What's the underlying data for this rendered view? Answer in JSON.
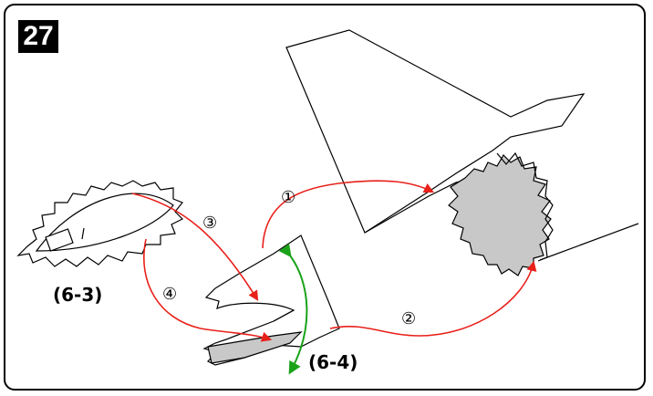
{
  "step": {
    "number": "27"
  },
  "labels": {
    "part_a": "(6-3)",
    "part_b": "(6-4)"
  },
  "steps": {
    "s1": "①",
    "s2": "②",
    "s3": "③",
    "s4": "④"
  },
  "colors": {
    "arrow": "#e8201a",
    "rotate_arrow": "#1aa31a",
    "fill_grey": "#c8c8c8",
    "ink": "#000000"
  }
}
